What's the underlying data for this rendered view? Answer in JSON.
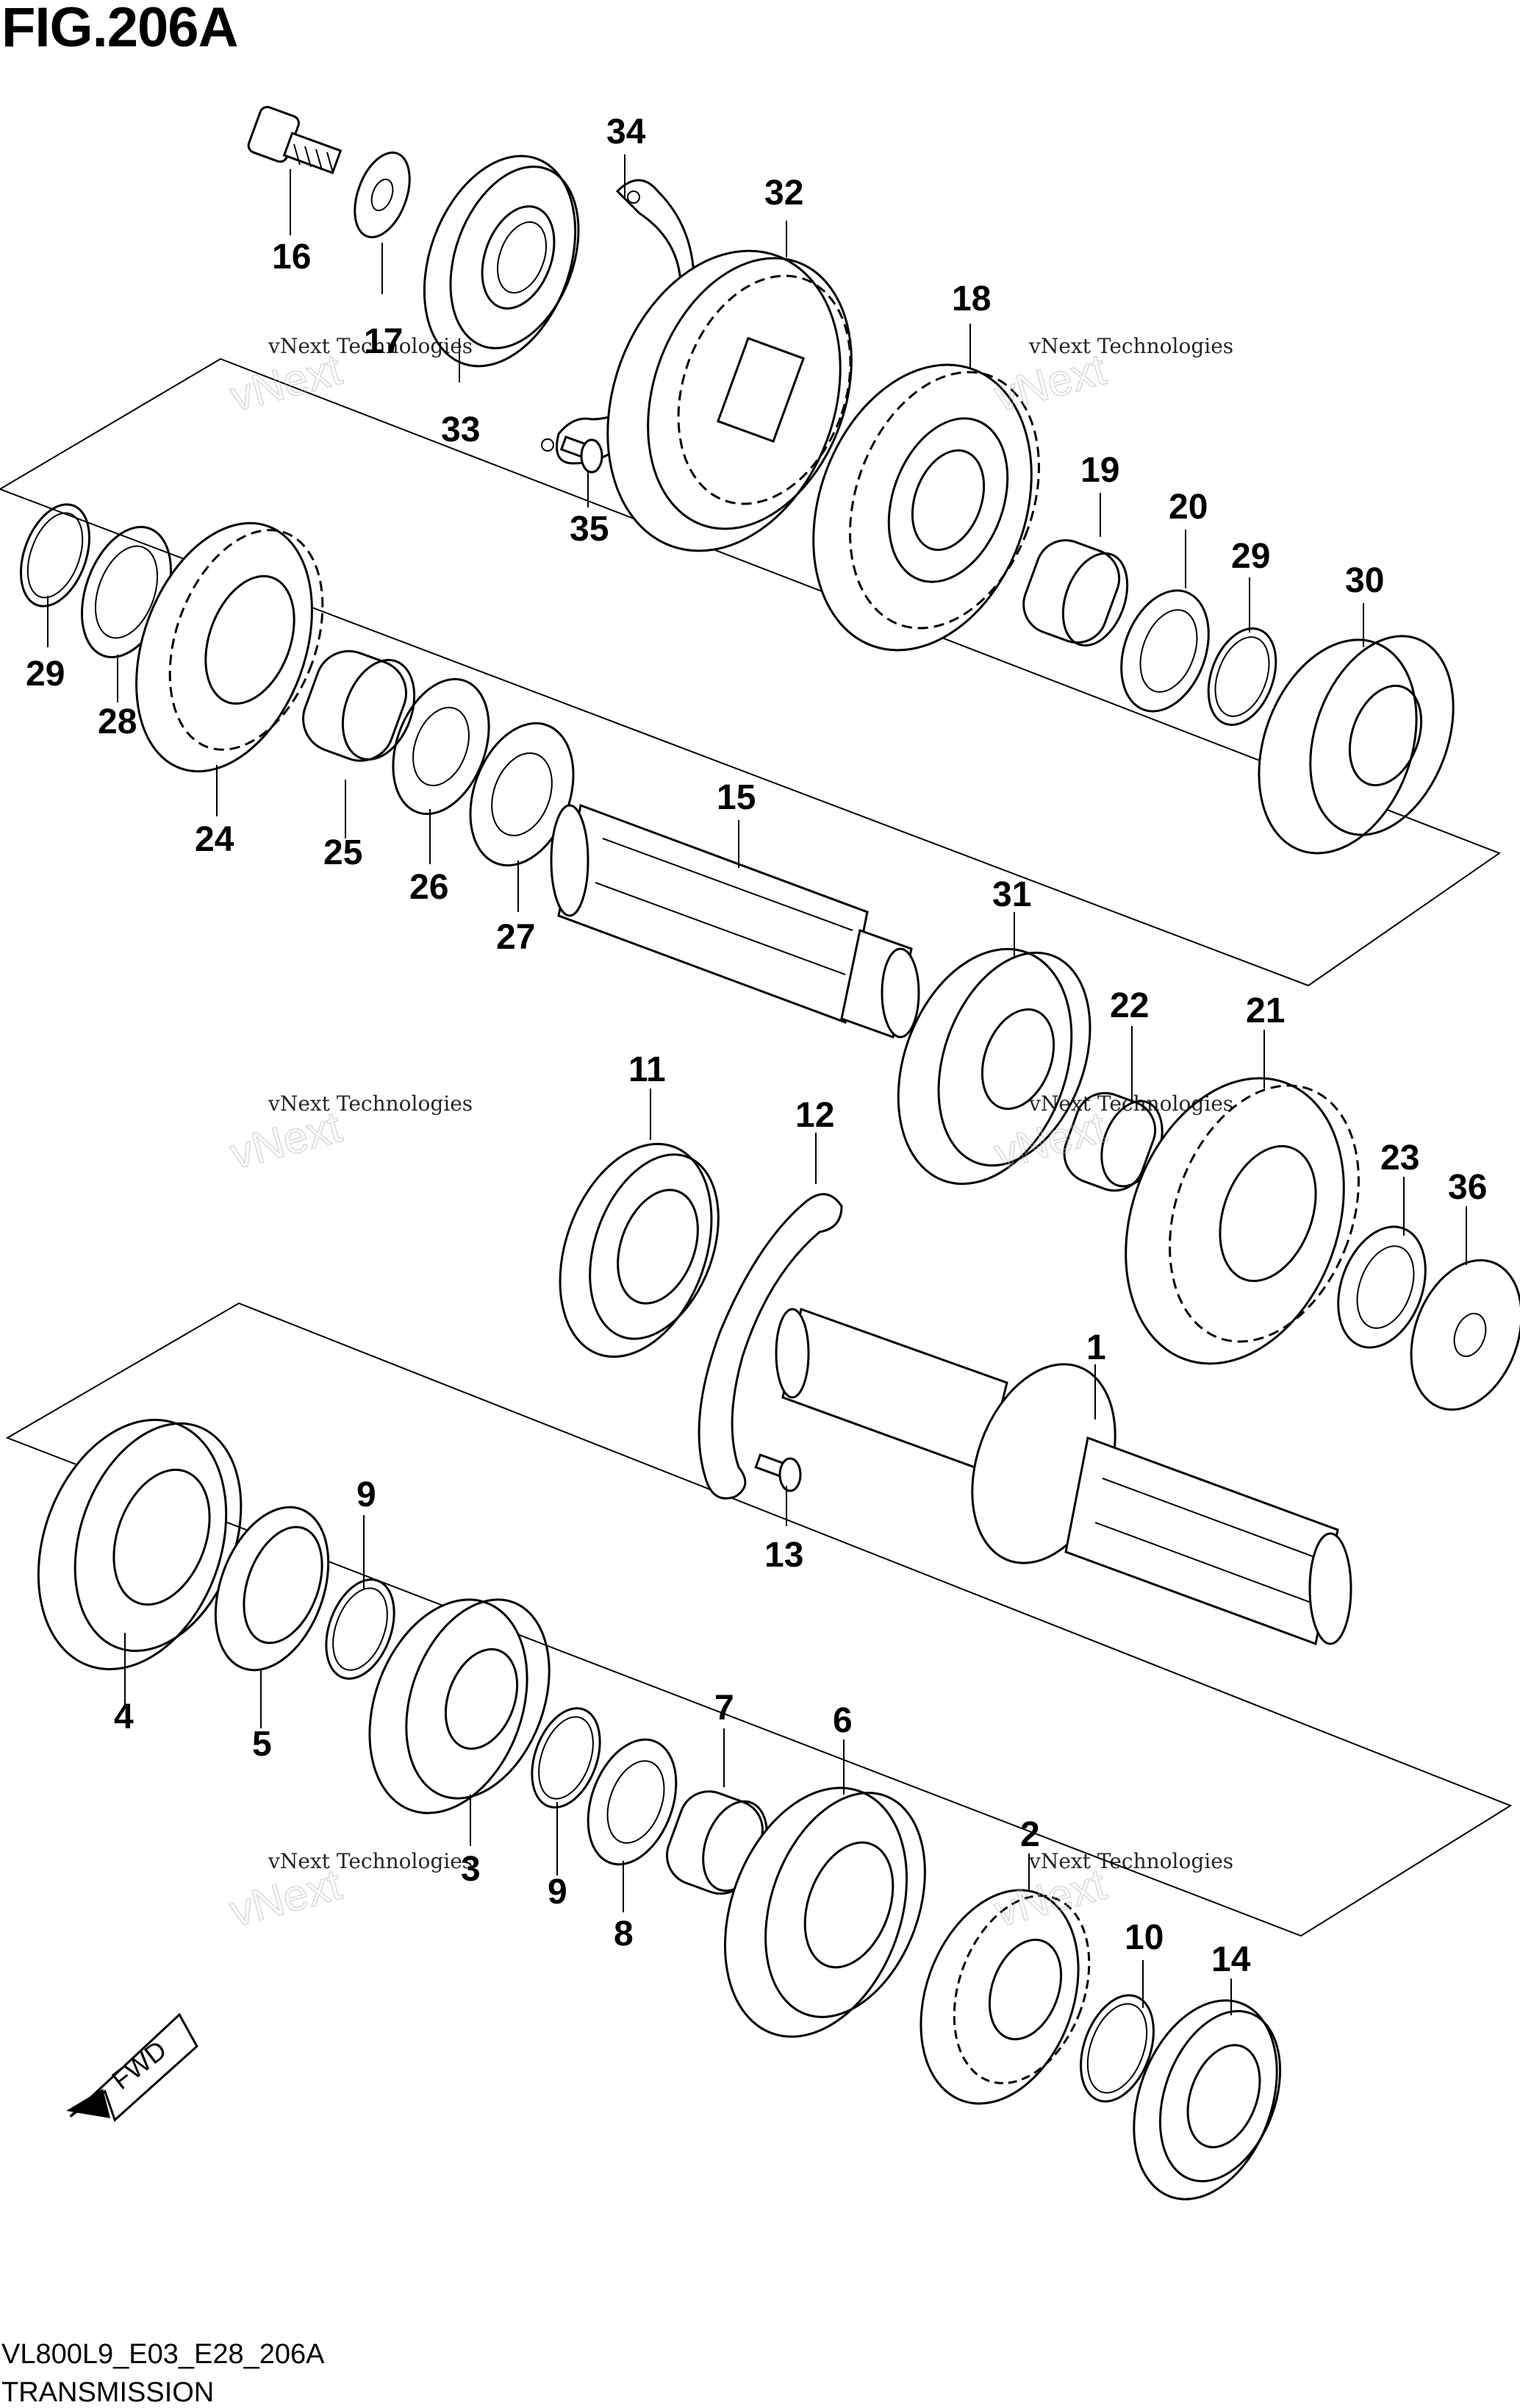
{
  "figure": {
    "title": "FIG.206A",
    "model_code": "VL800L9_E03_E28_206A",
    "name": "TRANSMISSION"
  },
  "direction_arrow": "FWD",
  "watermark": {
    "line1": "vNext Technologies",
    "line2": "vNext\nTechnologies"
  },
  "parts": [
    {
      "ref": "1"
    },
    {
      "ref": "2"
    },
    {
      "ref": "3"
    },
    {
      "ref": "4"
    },
    {
      "ref": "5"
    },
    {
      "ref": "6"
    },
    {
      "ref": "7"
    },
    {
      "ref": "8"
    },
    {
      "ref": "9"
    },
    {
      "ref": "9"
    },
    {
      "ref": "10"
    },
    {
      "ref": "11"
    },
    {
      "ref": "12"
    },
    {
      "ref": "13"
    },
    {
      "ref": "14"
    },
    {
      "ref": "15"
    },
    {
      "ref": "16"
    },
    {
      "ref": "17"
    },
    {
      "ref": "18"
    },
    {
      "ref": "19"
    },
    {
      "ref": "20"
    },
    {
      "ref": "21"
    },
    {
      "ref": "22"
    },
    {
      "ref": "23"
    },
    {
      "ref": "24"
    },
    {
      "ref": "25"
    },
    {
      "ref": "26"
    },
    {
      "ref": "27"
    },
    {
      "ref": "28"
    },
    {
      "ref": "29"
    },
    {
      "ref": "29"
    },
    {
      "ref": "30"
    },
    {
      "ref": "31"
    },
    {
      "ref": "32"
    },
    {
      "ref": "33"
    },
    {
      "ref": "34"
    },
    {
      "ref": "35"
    },
    {
      "ref": "36"
    }
  ]
}
